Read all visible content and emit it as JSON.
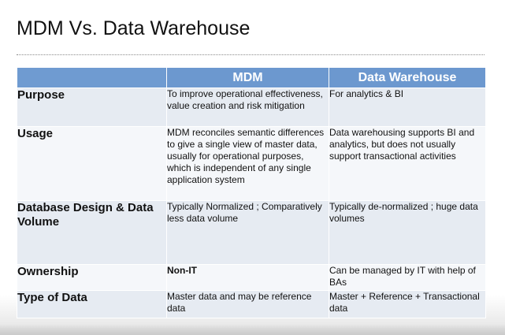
{
  "title": "MDM Vs. Data Warehouse",
  "table": {
    "headers": [
      "",
      "MDM",
      "Data Warehouse"
    ],
    "rows": [
      {
        "label": "Purpose",
        "mdm": "To improve operational effectiveness, value creation and risk mitigation",
        "dw": "For analytics & BI"
      },
      {
        "label": "Usage",
        "mdm": "MDM reconciles semantic differences to give a single view of master data, usually for operational purposes, which is independent of any single application system",
        "dw": "Data warehousing supports BI and analytics, but does not usually support transactional activities"
      },
      {
        "label": "Database Design & Data Volume",
        "mdm": "Typically Normalized ; Comparatively less data volume",
        "dw": "Typically de-normalized ; huge data volumes"
      },
      {
        "label": "Ownership",
        "mdm": "Non-IT",
        "dw": "Can be managed by IT with help of BAs"
      },
      {
        "label": "Type of Data",
        "mdm": "Master data and may be reference data",
        "dw": "Master + Reference + Transactional data"
      }
    ]
  },
  "colors": {
    "header_bg": "#6c98cf",
    "row_dark": "#e6ebf2",
    "row_light": "#f5f7fa"
  }
}
